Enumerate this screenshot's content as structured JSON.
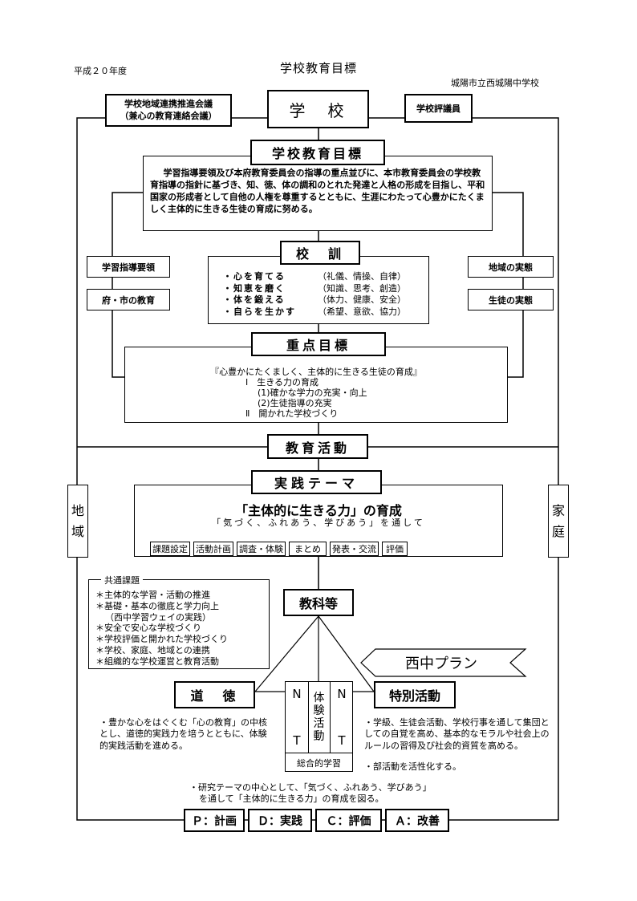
{
  "header": {
    "year": "平成２０年度",
    "title": "学校教育目標",
    "school": "城陽市立西城陽中学校"
  },
  "top": {
    "school_box": "学　校",
    "left_box_line1": "学校地域連携推進会議",
    "left_box_line2": "（兼心の教育連絡会議）",
    "right_box": "学校評議員"
  },
  "goal": {
    "title": "学校教育目標",
    "text": "学習指導要領及び本府教育委員会の指導の重点並びに、本市教育委員会の学校教育指導の指針に基づき、知、徳、体の調和のとれた発達と人格の形成を目指し、平和国家の形成者として自他の人権を尊重するとともに、生涯にわたって心豊かにたくましく主体的に生きる生徒の育成に努める。"
  },
  "side": {
    "left1": "学習指導要領",
    "left2": "府・市の教育",
    "right1": "地域の実態",
    "right2": "生徒の実態"
  },
  "motto": {
    "title": "校　訓",
    "items": [
      {
        "a": "・心を育てる",
        "b": "（礼儀、情操、自律）"
      },
      {
        "a": "・知恵を磨く",
        "b": "（知識、思考、創造）"
      },
      {
        "a": "・体を鍛える",
        "b": "（体力、健康、安全）"
      },
      {
        "a": "・自らを生かす",
        "b": "（希望、意欲、協力）"
      }
    ]
  },
  "priority": {
    "title": "重点目標",
    "line1": "『心豊かにたくましく、主体的に生きる生徒の育成』",
    "line2": "Ⅰ　生きる力の育成",
    "line3": "(1)確かな学力の充実・向上",
    "line4": "(2)生徒指導の充実",
    "line5": "Ⅱ　開かれた学校づくり"
  },
  "activity": {
    "title": "教育活動"
  },
  "region": {
    "left": "地域",
    "right": "家庭"
  },
  "theme": {
    "title": "実践テーマ",
    "main": "「主体的に生きる力」の育成",
    "sub": "「気づく、ふれあう、学びあう」を通して",
    "steps": [
      "課題設定",
      "活動計画",
      "調査・体験",
      "まとめ",
      "発表・交流",
      "評価"
    ]
  },
  "common": {
    "title": "共通課題",
    "items": [
      "＊主体的な学習・活動の推進",
      "＊基礎・基本の徹底と学力向上",
      "（西中学習ウェイの実践）",
      "＊安全で安心な学校づくり",
      "＊学校評価と開かれた学校づくり",
      "＊学校、家庭、地域との連携",
      "＊組織的な学校運営と教育活動"
    ]
  },
  "subjects": {
    "title": "教科等"
  },
  "plan": {
    "label": "西中プラン"
  },
  "moral": {
    "title": "道　徳",
    "text": "・豊かな心をはぐくむ「心の教育」の中核とし、道徳的実践力を培うとともに、体験的実践活動を進める。"
  },
  "special": {
    "title": "特別活動",
    "text1": "・学級、生徒会活動、学校行事を通して集団としての自覚を高め、基本的なモラルや社会上のルールの習得及び社会的資質を高める。",
    "text2": "・部活動を活性化する。"
  },
  "integrated": {
    "nt_top": "N",
    "nt_bottom": "T",
    "center": [
      "体",
      "験",
      "活",
      "動"
    ],
    "label": "総合的学習"
  },
  "research": {
    "line1": "・研究テーマの中心として、「気づく、ふれあう、学びあう」",
    "line2": "を通して「主体的に生きる力」の育成を図る。"
  },
  "pdca": [
    "Ｐ：計画",
    "Ｄ：実践",
    "Ｃ：評価",
    "Ａ：改善"
  ]
}
